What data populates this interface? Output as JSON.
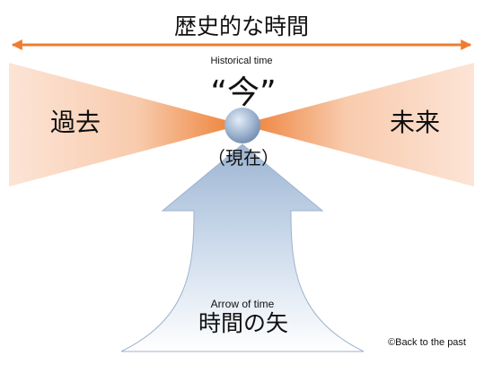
{
  "title": "歴史的な時間",
  "timeline_label": "Historical time",
  "past_label": "過去",
  "future_label": "未来",
  "now_label": "“今”",
  "present_label": "（現在）",
  "arrow_caption_en": "Arrow of time",
  "arrow_caption_jp": "時間の矢",
  "copyright": "©Back to the past",
  "colors": {
    "timeline": "#ED7D31",
    "wedge_outer": "#FCE4D6",
    "wedge_inner": "#ED7D31",
    "arrow_top": "#8EA9C8",
    "arrow_bottom": "#FFFFFF",
    "sphere": "#8FA8C6"
  }
}
